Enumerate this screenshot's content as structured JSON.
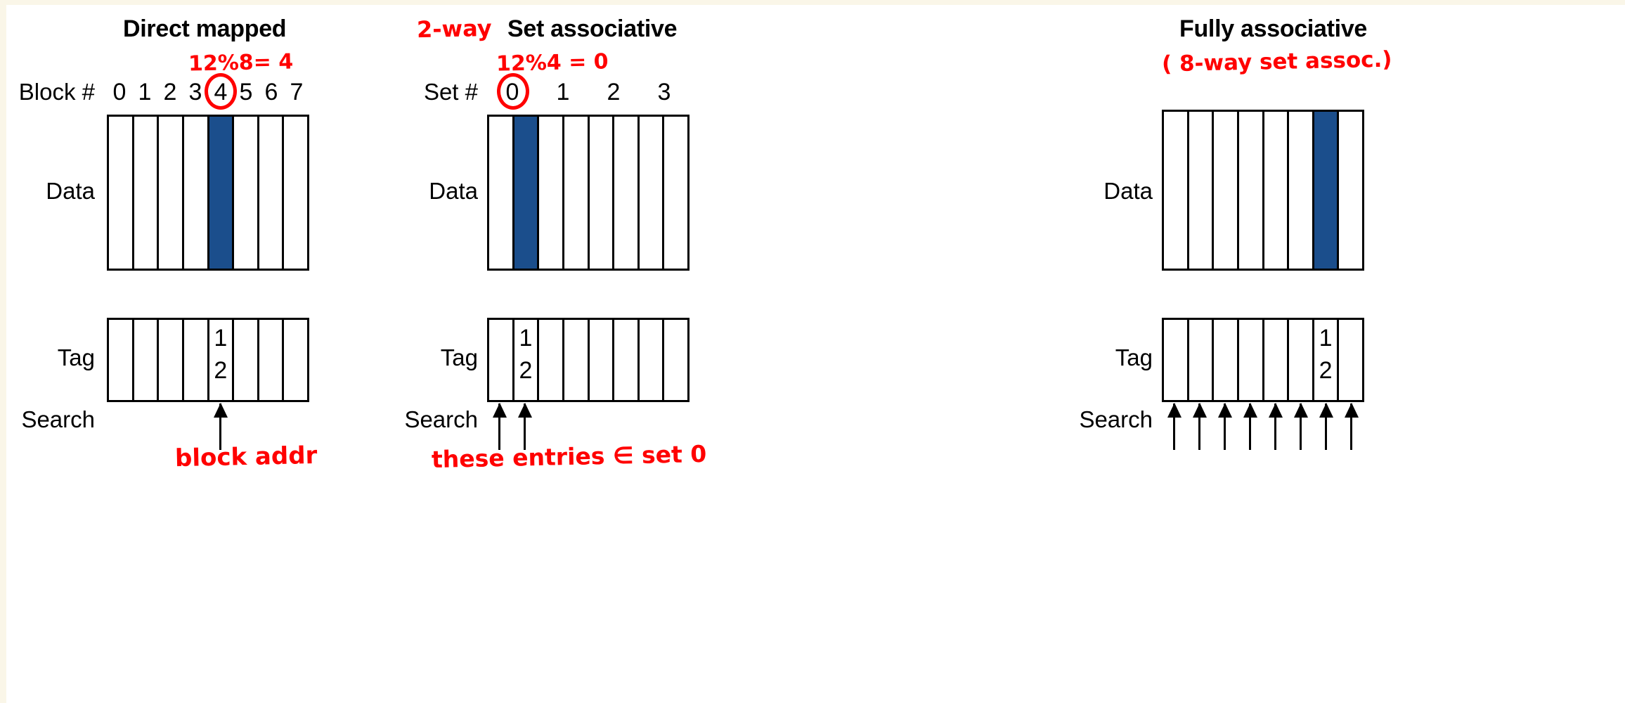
{
  "figure": {
    "description": "Cache organization comparison: direct mapped, set associative and fully associative caches, with handwritten red annotations",
    "colors": {
      "highlight_block": "#1b4e8c",
      "annotation_ink": "#ff0000",
      "grid_line": "#000000"
    }
  },
  "labels": {
    "data": "Data",
    "tag": "Tag",
    "search": "Search",
    "tag_value_top": "1",
    "tag_value_bottom": "2"
  },
  "panels": [
    {
      "id": "direct",
      "title": "Direct mapped",
      "index_label": "Block #",
      "index_numbers": [
        "0",
        "1",
        "2",
        "3",
        "4",
        "5",
        "6",
        "7"
      ],
      "circled_index": "4",
      "columns": 8,
      "highlighted_column": 4,
      "tag_column": 4,
      "search_arrow_columns": [
        4
      ],
      "annotations": {
        "modulo": "12%8= 4",
        "caption": "block addr"
      }
    },
    {
      "id": "set-associative",
      "title": "Set associative",
      "index_label": "Set #",
      "index_numbers": [
        "0",
        "1",
        "2",
        "3"
      ],
      "circled_index": "0",
      "columns": 8,
      "highlighted_column": 1,
      "tag_column": 1,
      "search_arrow_columns": [
        0,
        1
      ],
      "annotations": {
        "prefix": "2-way",
        "modulo": "12%4 = 0",
        "caption": "these entries ∈ set 0"
      }
    },
    {
      "id": "fully-associative",
      "title": "Fully associative",
      "index_label": "",
      "index_numbers": [],
      "circled_index": "",
      "columns": 8,
      "highlighted_column": 6,
      "tag_column": 6,
      "search_arrow_columns": [
        0,
        1,
        2,
        3,
        4,
        5,
        6,
        7
      ],
      "annotations": {
        "subtitle": "( 8-way set assoc.)"
      }
    }
  ]
}
